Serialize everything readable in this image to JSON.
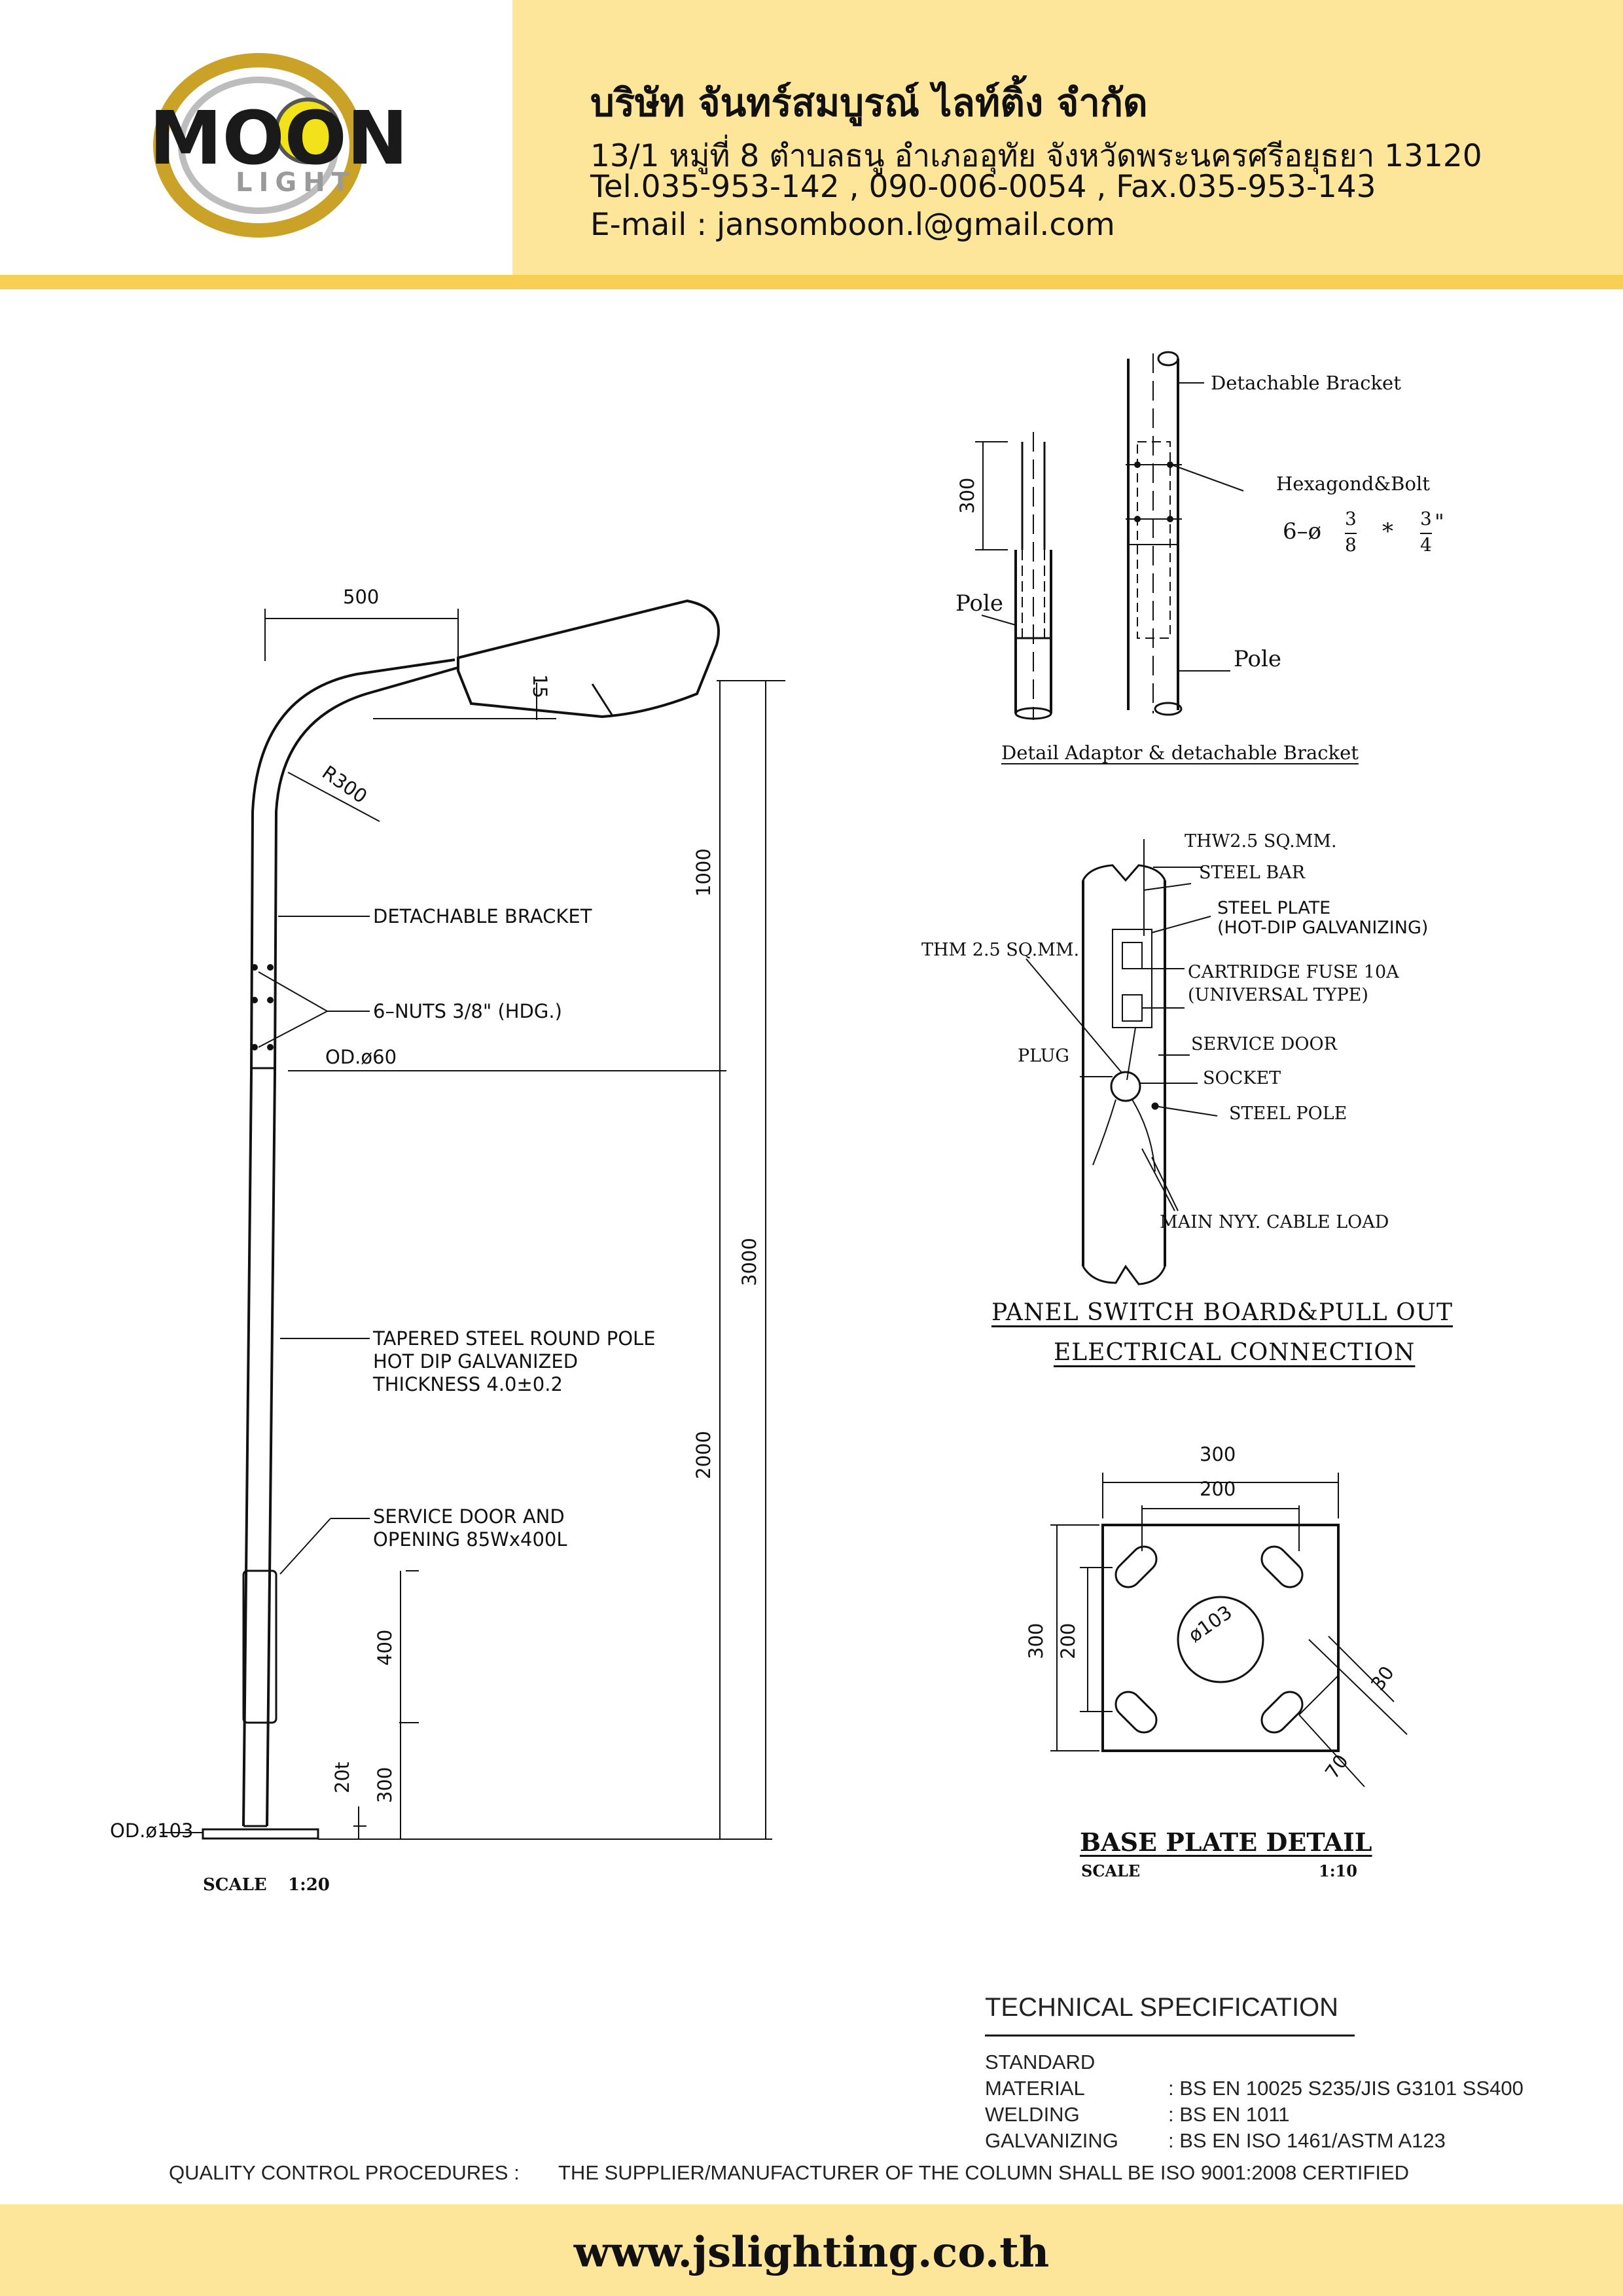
{
  "header": {
    "logo_main": "MOON",
    "logo_sub": "LIGHT",
    "company_name": "บริษัท จันทร์สมบูรณ์ ไลท์ติ้ง จำกัด",
    "address": "13/1 หมู่ที่ 8 ตำบลธนู อำเภออุทัย จังหวัดพระนครศรีอยุธยา 13120",
    "phone": "Tel.035-953-142 , 090-006-0054 , Fax.035-953-143",
    "email": "E-mail : jansomboon.l@gmail.com"
  },
  "colors": {
    "header_bg": "#fde69a",
    "header_band": "#f7cf52",
    "logo_gold": "#c9a227",
    "logo_yellow": "#f2e21a"
  },
  "pole_drawing": {
    "dim_500": "500",
    "dim_15": "15",
    "radius": "R300",
    "dim_1000": "1000",
    "dim_3000": "3000",
    "dim_2000": "2000",
    "dim_400": "400",
    "dim_300": "300",
    "dim_20t": "20t",
    "detachable_bracket": "DETACHABLE BRACKET",
    "nuts": "6–NUTS 3/8\" (HDG.)",
    "od60": "OD.ø60",
    "tapered_1": "TAPERED STEEL ROUND POLE",
    "tapered_2": "HOT DIP GALVANIZED",
    "tapered_3": "THICKNESS 4.0±0.2",
    "service_1": "SERVICE DOOR AND",
    "service_2": "OPENING 85Wx400L",
    "od103": "OD.ø103",
    "scale_label": "SCALE",
    "scale_value": "1:20"
  },
  "adaptor": {
    "dim_300": "300",
    "pole_left": "Pole",
    "detachable_bracket": "Detachable Bracket",
    "hexagon_bolt": "Hexagond&Bolt",
    "bolt_prefix": "6–ø",
    "bolt_n1": "3",
    "bolt_d1": "8",
    "bolt_mult": "*",
    "bolt_n2": "3",
    "bolt_d2": "4",
    "bolt_inch": "\"",
    "pole_right": "Pole",
    "caption": "Detail Adaptor & detachable Bracket"
  },
  "panel": {
    "thw": "THW2.5 SQ.MM.",
    "steel_bar": "STEEL BAR",
    "steel_plate_1": "STEEL PLATE",
    "steel_plate_2": "(HOT-DIP GALVANIZING)",
    "thm": "THM 2.5 SQ.MM.",
    "fuse_1": "CARTRIDGE FUSE 10A",
    "fuse_2": "(UNIVERSAL TYPE)",
    "plug": "PLUG",
    "service_door": "SERVICE DOOR",
    "socket": "SOCKET",
    "steel_pole": "STEEL POLE",
    "main_cable": "MAIN NYY. CABLE LOAD",
    "title_1": "PANEL SWITCH BOARD&PULL OUT",
    "title_2": "ELECTRICAL CONNECTION"
  },
  "base_plate": {
    "dim_300_top": "300",
    "dim_200_top": "200",
    "dim_300_side": "300",
    "dim_200_side": "200",
    "dim_103": "ø103",
    "dim_30": "30",
    "dim_70": "70",
    "title": "BASE PLATE DETAIL",
    "scale_label": "SCALE",
    "scale_value": "1:10"
  },
  "spec": {
    "title": "TECHNICAL SPECIFICATION",
    "rows": [
      {
        "label": "STANDARD",
        "value": ""
      },
      {
        "label": "MATERIAL",
        "value": ": BS EN 10025 S235/JIS G3101 SS400"
      },
      {
        "label": "WELDING",
        "value": ": BS EN 1011"
      },
      {
        "label": "GALVANIZING",
        "value": ": BS EN ISO 1461/ASTM A123"
      }
    ],
    "qc_label": "QUALITY CONTROL PROCEDURES :",
    "qc_text": "THE SUPPLIER/MANUFACTURER OF THE COLUMN SHALL BE ISO 9001:2008 CERTIFIED"
  },
  "footer": {
    "url": "www.jslighting.co.th"
  }
}
